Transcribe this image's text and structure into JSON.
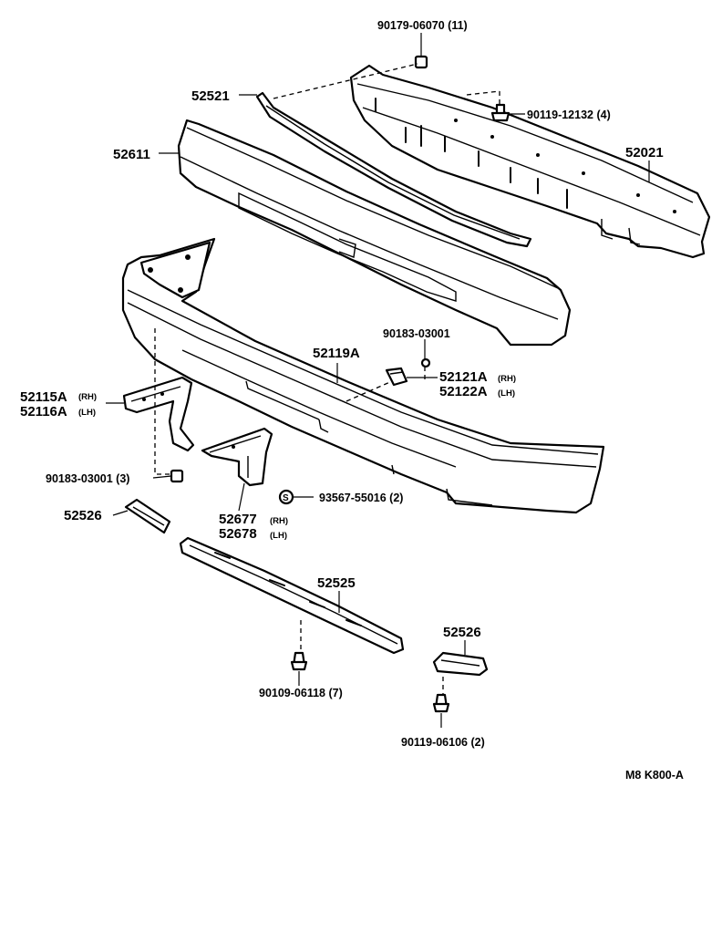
{
  "labels": {
    "p_90179_06070": "90179-06070 (11)",
    "p_52521": "52521",
    "p_90119_12132": "90119-12132 (4)",
    "p_52611": "52611",
    "p_52021": "52021",
    "p_90183_03001_top": "90183-03001",
    "p_52119a": "52119A",
    "p_52121a": "52121A",
    "p_52121a_side": "(RH)",
    "p_52122a": "52122A",
    "p_52122a_side": "(LH)",
    "p_52115a": "52115A",
    "p_52115a_side": "(RH)",
    "p_52116a": "52116A",
    "p_52116a_side": "(LH)",
    "p_90183_03001_left": "90183-03001 (3)",
    "p_93567_55016": "93567-55016 (2)",
    "p_52677": "52677",
    "p_52677_side": "(RH)",
    "p_52678": "52678",
    "p_52678_side": "(LH)",
    "p_52526_left": "52526",
    "p_52525": "52525",
    "p_52526_right": "52526",
    "p_90109_06118": "90109-06118 (7)",
    "p_90119_06106": "90119-06106 (2)",
    "footer_code": "M8  K800-A"
  }
}
